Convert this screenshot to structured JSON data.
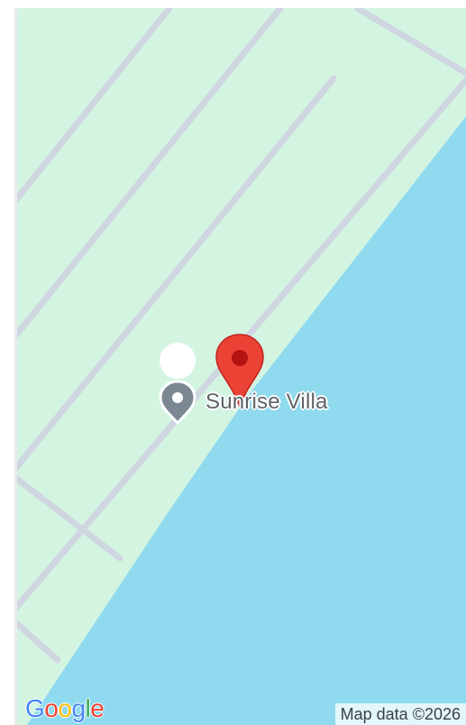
{
  "map": {
    "place_label": "Sunrise Villa",
    "attribution": "Map data ©2026",
    "colors": {
      "land": "#d4f4e2",
      "water": "#8fdaee",
      "road": "#cfd6e0",
      "marker_red": "#ea4335",
      "marker_dark": "#b31412",
      "place_pin": "#7b8793"
    },
    "marker": {
      "icon": "map-pin-icon"
    },
    "place_icon": "place-pin-icon"
  },
  "logo": {
    "letters": [
      {
        "char": "G",
        "color": "#4285f4"
      },
      {
        "char": "o",
        "color": "#ea4335"
      },
      {
        "char": "o",
        "color": "#fbbc05"
      },
      {
        "char": "g",
        "color": "#4285f4"
      },
      {
        "char": "l",
        "color": "#34a853"
      },
      {
        "char": "e",
        "color": "#ea4335"
      }
    ]
  }
}
